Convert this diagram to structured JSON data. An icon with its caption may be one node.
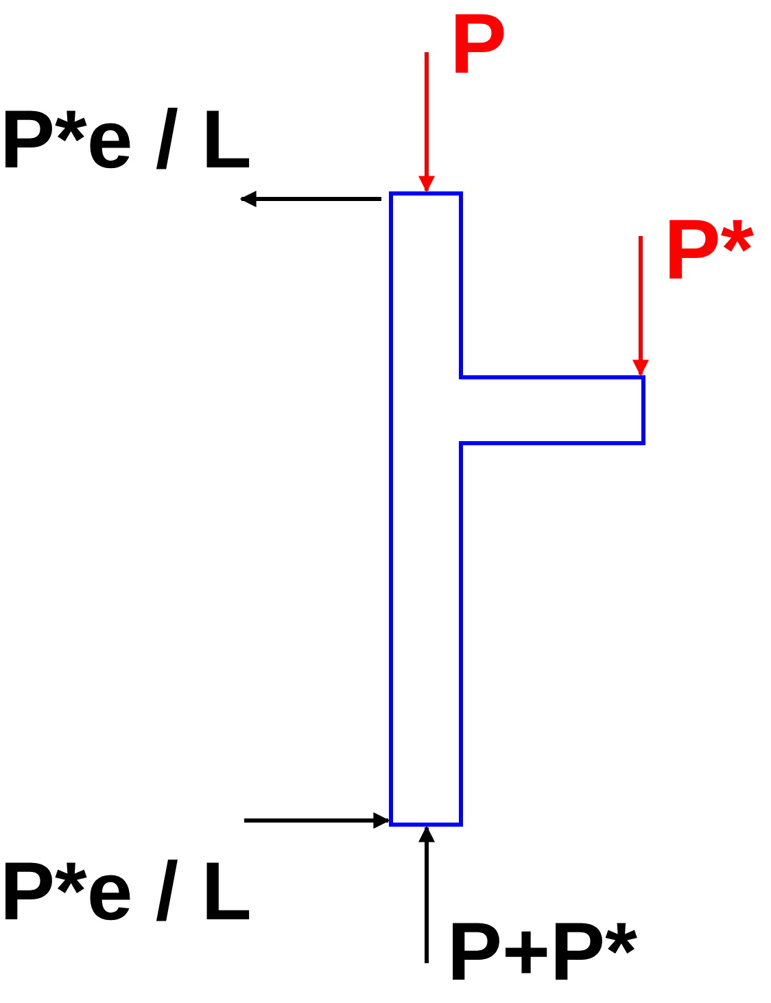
{
  "diagram": {
    "labels": [
      "P",
      "P*e / L",
      "P*",
      "P*e / L",
      "P+P*"
    ]
  }
}
